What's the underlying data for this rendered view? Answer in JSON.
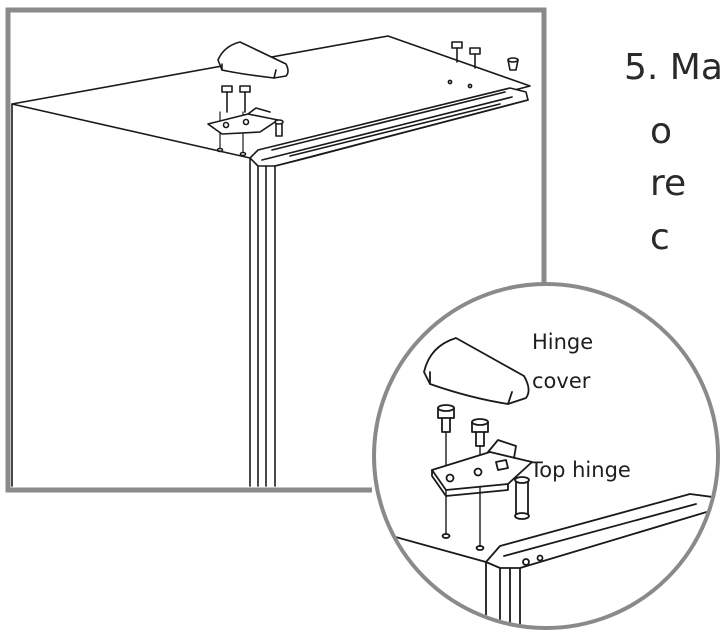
{
  "instruction": {
    "step_number": "5. Ma",
    "line_fragments": [
      "o",
      "re",
      "c"
    ]
  },
  "callouts": {
    "hinge_cover_line1": "Hinge",
    "hinge_cover_line2": "cover",
    "top_hinge": "Top hinge"
  },
  "colors": {
    "frame": "#8a8a8a",
    "line_art": "#1a1a1a",
    "text": "#2a2a2a",
    "background": "#ffffff"
  }
}
